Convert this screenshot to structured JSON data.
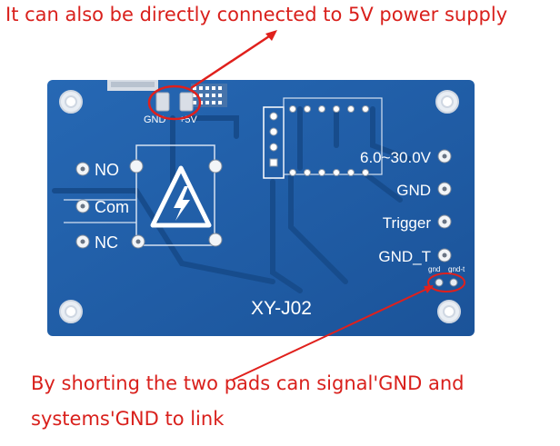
{
  "captions": {
    "top": "It can also be directly connected to 5V power supply",
    "bottom_line1": "By shorting the two pads can signal'GND  and",
    "bottom_line2": "systems'GND  to link"
  },
  "board": {
    "model": "XY-J02",
    "power_pads": {
      "gnd": "GND",
      "plus5v": "+5V"
    },
    "relay_terminals": [
      "NO",
      "Com",
      "NC"
    ],
    "input_terminals": [
      "6.0~30.0V",
      "GND",
      "Trigger",
      "GND_T"
    ],
    "small_pads": {
      "gnd": "gnd",
      "gnd_t": "gnd-t"
    }
  },
  "colors": {
    "caption": "#d9201c",
    "pcb": "#1f5ea8",
    "pcb_dark": "#174c8c",
    "annotation": "#e0201c"
  }
}
